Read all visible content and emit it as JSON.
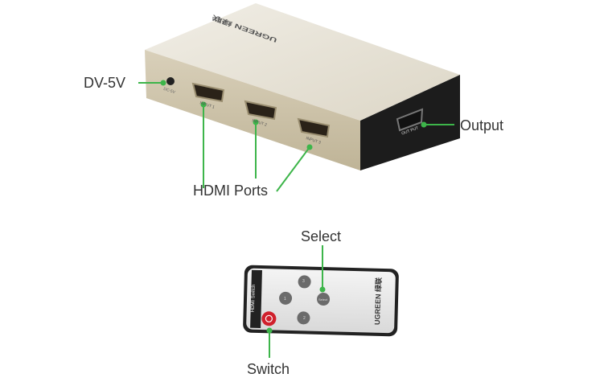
{
  "callouts": {
    "power": "DV-5V",
    "hdmi_ports": "HDMI Ports",
    "output": "Output",
    "select": "Select",
    "switch": "Switch"
  },
  "device": {
    "brand": "UGREEN 绿联",
    "dc_label": "DC-5V",
    "inputs": [
      "INPUT 1",
      "INPUT 2",
      "INPUT 3"
    ],
    "output_port": "OUT PUT"
  },
  "remote": {
    "side_label": "HDMI Switch",
    "brand": "UGREEN 绿联",
    "buttons": [
      "3",
      "1",
      "Select",
      "2"
    ]
  },
  "colors": {
    "callout": "#3db54a",
    "device_body": "#e9e4d8",
    "device_dark": "#1c1c1c",
    "power_button": "#d0202c"
  }
}
